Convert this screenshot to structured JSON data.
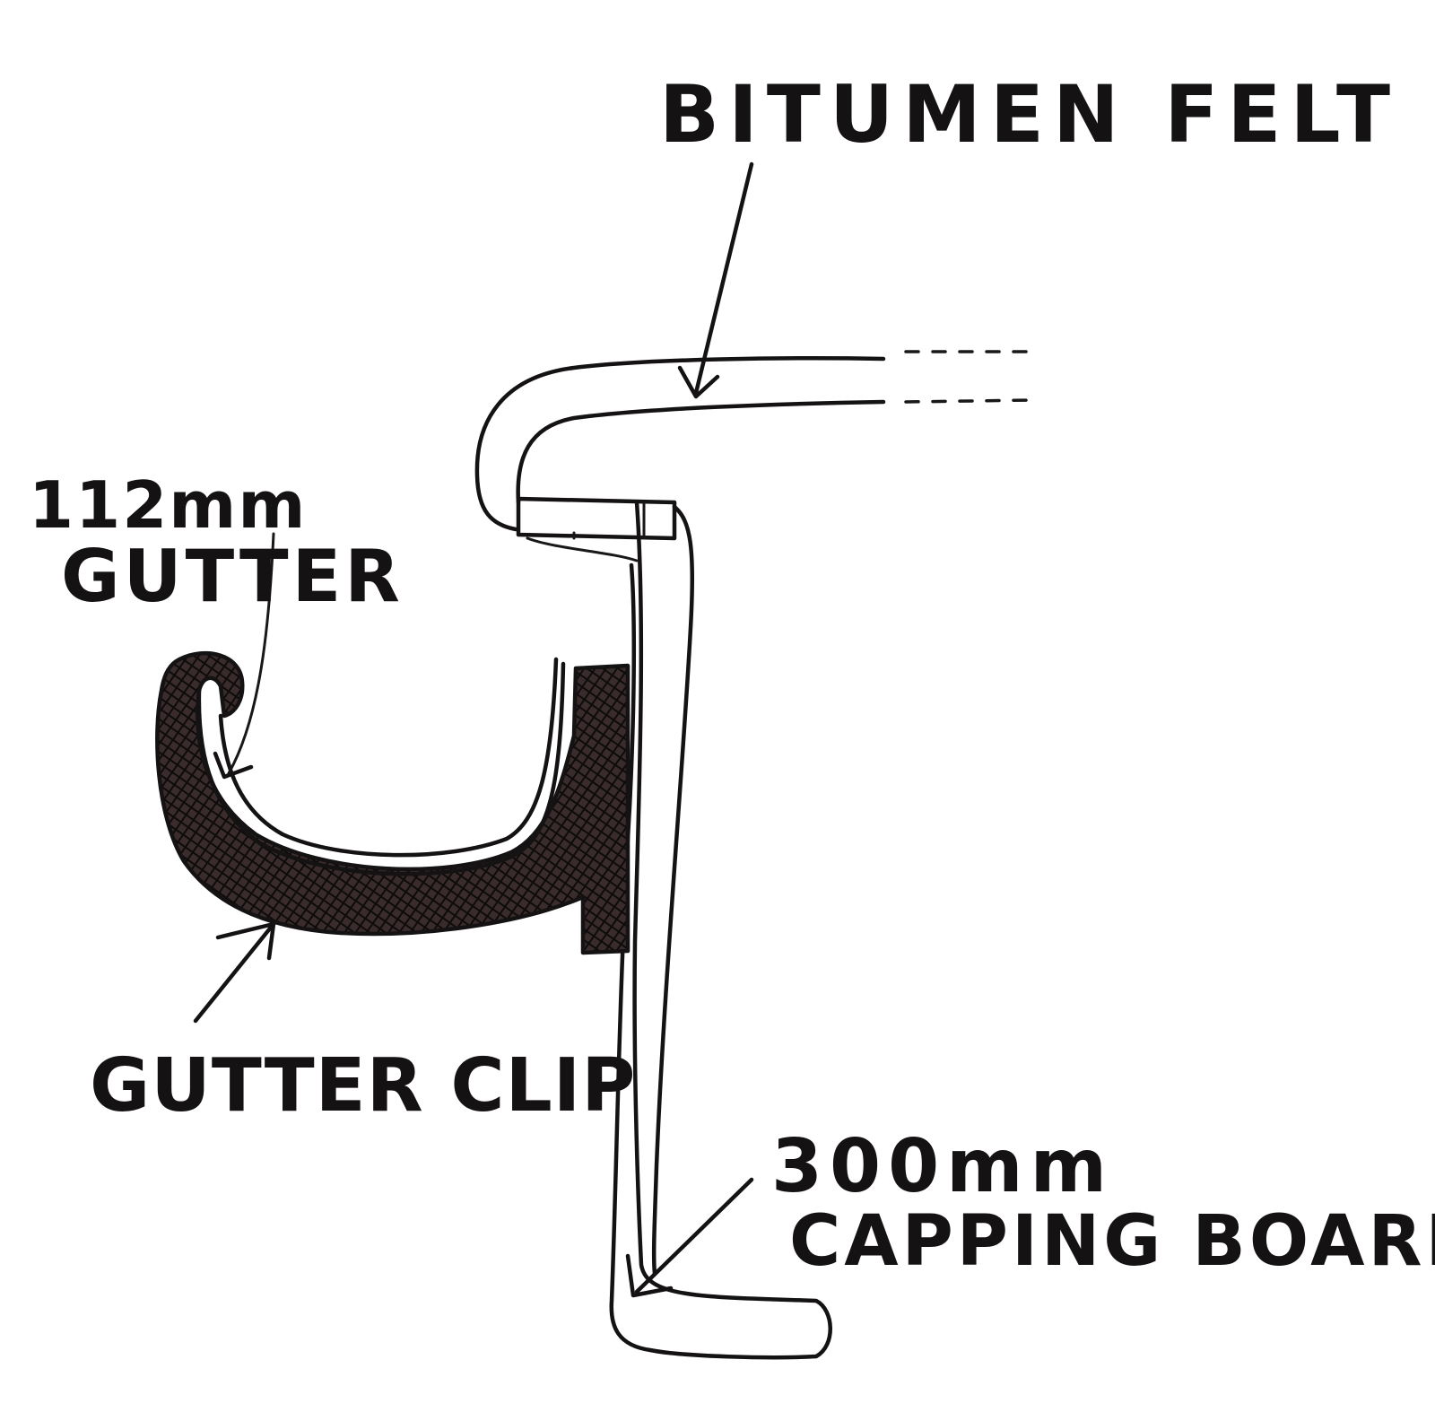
{
  "labels": {
    "bitumen_felt": "BITUMEN FELT",
    "gutter_line1": "112mm",
    "gutter_line2": "GUTTER",
    "gutter_clip": "GUTTER CLIP",
    "capping_line1": "300mm",
    "capping_line2": "CAPPING BOARD"
  },
  "colors": {
    "ink": "#141212",
    "paper": "#ffffff",
    "clip_fill": "#2a1f1f"
  }
}
